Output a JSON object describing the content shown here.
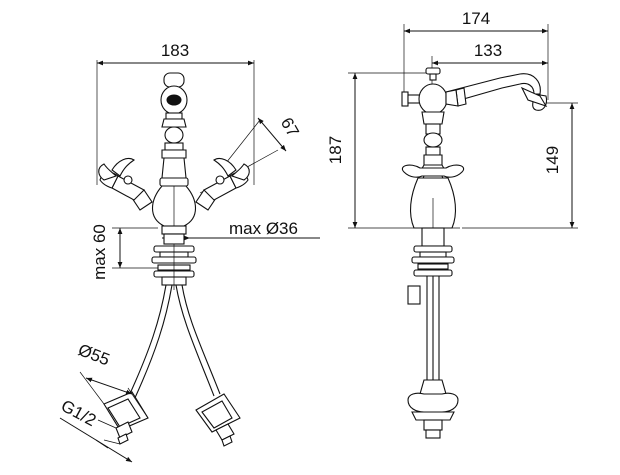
{
  "dimensions": {
    "front_width": "183",
    "handle_offset": "67",
    "max_height_60": "max 60",
    "max_diameter_36": "max Ø36",
    "diameter_55": "Ø55",
    "thread_g12": "G1/2",
    "side_width_174": "174",
    "side_width_133": "133",
    "side_height_187": "187",
    "side_height_149": "149"
  }
}
